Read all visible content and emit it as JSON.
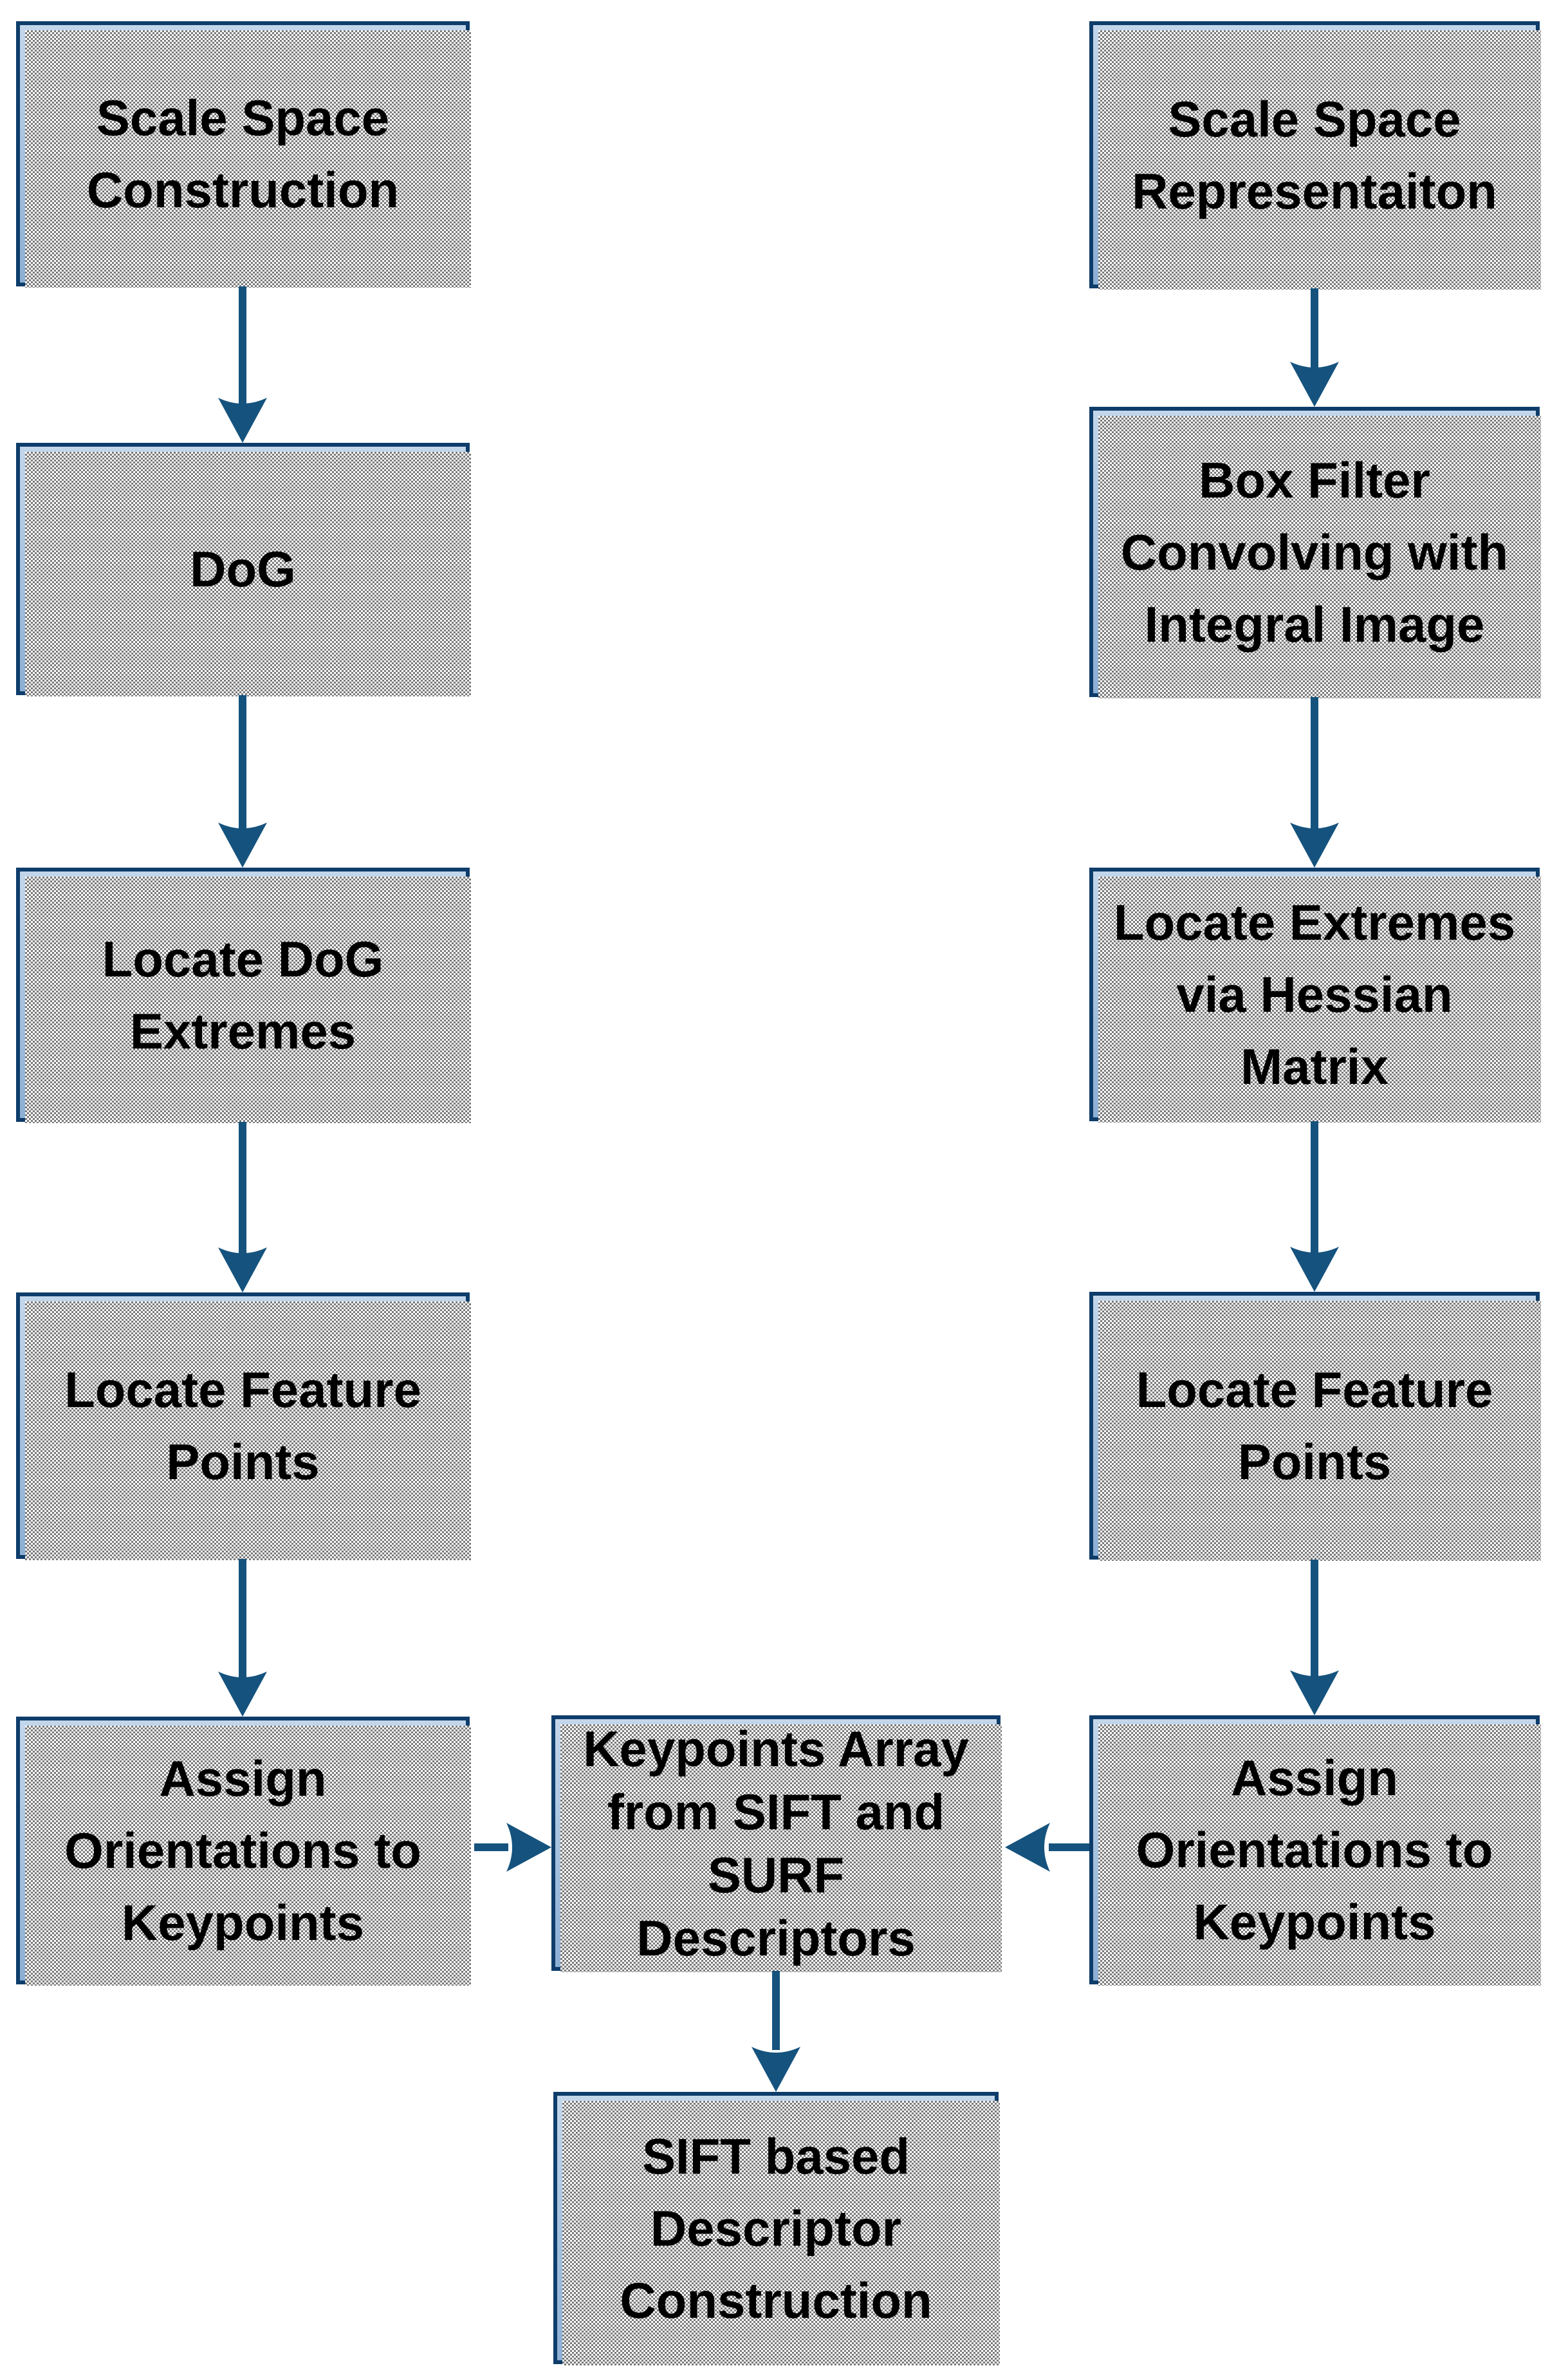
{
  "diagram": {
    "title_hint": "SIFT and SURF keypoint extraction flowchart",
    "colors": {
      "box_fill_top": "#c3d6ea",
      "box_fill_bottom": "#8cafd4",
      "box_border": "#0e3d6b",
      "arrow": "#15537e",
      "text": "#000000"
    },
    "left_column": [
      {
        "label": "Scale Space\nConstruction"
      },
      {
        "label": "DoG"
      },
      {
        "label": "Locate DoG\nExtremes"
      },
      {
        "label": "Locate Feature\nPoints"
      },
      {
        "label": "Assign\nOrientations to\nKeypoints"
      }
    ],
    "right_column": [
      {
        "label": "Scale Space\nRepresentaiton"
      },
      {
        "label": "Box Filter\nConvolving with\nIntegral Image"
      },
      {
        "label": "Locate Extremes\nvia Hessian\nMatrix"
      },
      {
        "label": "Locate Feature\nPoints"
      },
      {
        "label": "Assign\nOrientations to\nKeypoints"
      }
    ],
    "center": {
      "merge_label": "Keypoints Array\nfrom SIFT and\nSURF\nDescriptors",
      "final_label": "SIFT based\nDescriptor\nConstruction"
    }
  }
}
